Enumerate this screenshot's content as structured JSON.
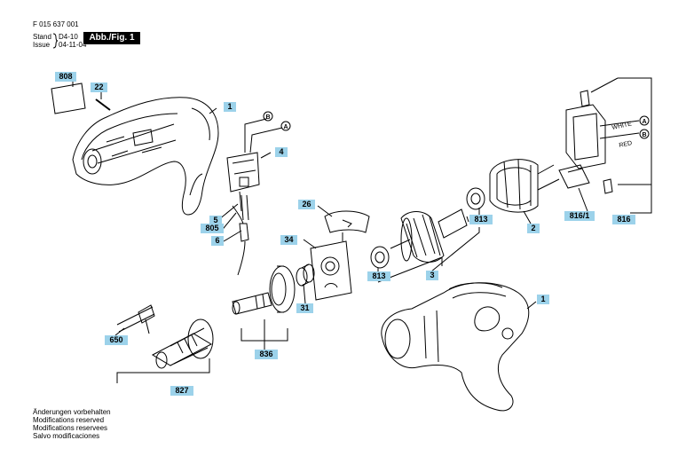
{
  "header": {
    "doc_number": "F 015 637 001",
    "stand_label": "Stand",
    "issue_label": "Issue",
    "stand_value": "D4-10",
    "issue_value": "04-11-04",
    "figure_badge": "Abb./Fig. 1"
  },
  "part_labels": [
    "808",
    "22",
    "1",
    "4",
    "5",
    "805",
    "6",
    "26",
    "34",
    "31",
    "836",
    "650",
    "827",
    "813",
    "813",
    "3",
    "2",
    "816/1",
    "816",
    "1"
  ],
  "wire_labels": {
    "a": "A",
    "b": "B",
    "a2": "A",
    "b2": "B",
    "white": "WHITE",
    "red": "RED"
  },
  "footer_notes": [
    "Änderungen vorbehalten",
    "Modifications reserved",
    "Modifications reservees",
    "Salvo modificaciones"
  ],
  "colors": {
    "label_fill": "#9cd2ea",
    "line": "#000000"
  }
}
